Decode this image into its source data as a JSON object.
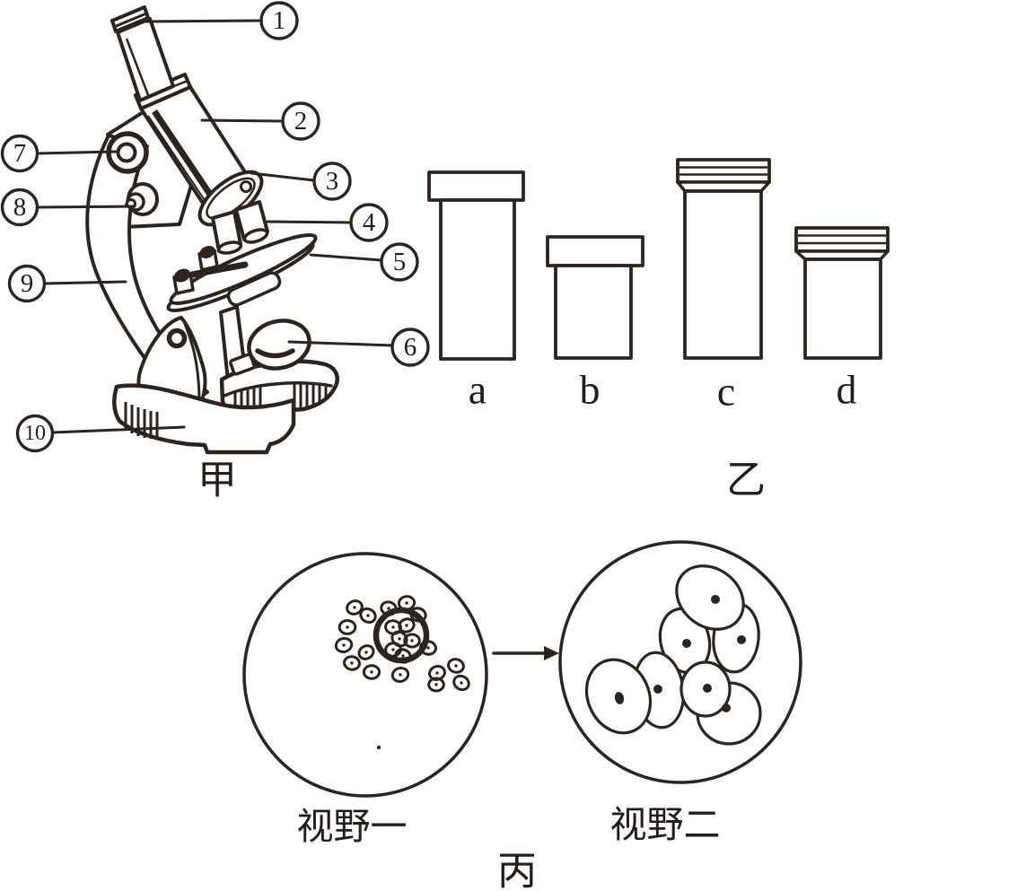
{
  "colors": {
    "ink": "#2e241f",
    "background": "#ffffff"
  },
  "microscope_panel": {
    "label": "甲",
    "callout_numbers": [
      "1",
      "2",
      "3",
      "4",
      "5",
      "6",
      "7",
      "8",
      "9",
      "10"
    ]
  },
  "lens_panel": {
    "label": "乙",
    "lens_labels": [
      "a",
      "b",
      "c",
      "d"
    ]
  },
  "field_panel": {
    "label": "丙",
    "view1_label": "视野一",
    "view2_label": "视野二"
  }
}
